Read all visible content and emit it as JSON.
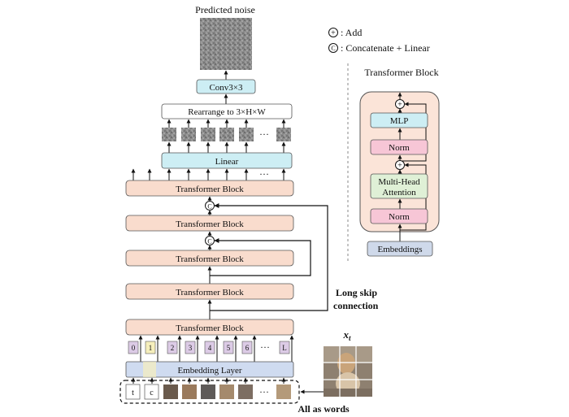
{
  "title": "Predicted noise",
  "legend": {
    "add_symbol": "+",
    "add_label": ": Add",
    "concat_symbol": "C",
    "concat_label": ": Concatenate + Linear"
  },
  "main": {
    "conv_label": "Conv3×3",
    "rearrange_label": "Rearrange to 3×H×W",
    "linear_label": "Linear",
    "transformer_block_label": "Transformer Block",
    "embedding_layer_label": "Embedding Layer",
    "concat_symbol": "C",
    "ellipsis": "···",
    "position_ids": [
      "0",
      "1",
      "2",
      "3",
      "4",
      "5",
      "6",
      "L"
    ],
    "token_t": "t",
    "token_c": "c",
    "long_skip_line1": "Long skip",
    "long_skip_line2": "connection",
    "xt_label": "x",
    "xt_subscript": "t",
    "all_as_words": "All as words"
  },
  "detail": {
    "title": "Transformer Block",
    "mlp": "MLP",
    "norm_top": "Norm",
    "attention_line1": "Multi-Head",
    "attention_line2": "Attention",
    "norm_bottom": "Norm",
    "embeddings": "Embeddings",
    "add_symbol": "+"
  },
  "colors": {
    "cyan_box": "#cdeef4",
    "peach_box": "#f9dccd",
    "pink_box": "#f7c6d6",
    "green_box": "#dff0d6",
    "blue_box": "#cfd9ea",
    "embed_layer": "#cfdbf0",
    "purple_id": "#dccbe6",
    "yellow_id": "#f6efbc",
    "panel_fill": "#fbe4d8"
  }
}
